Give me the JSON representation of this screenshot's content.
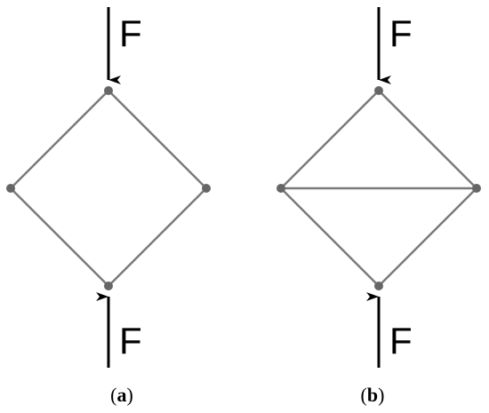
{
  "colors": {
    "member": "#7a7a7a",
    "joint": "#666666",
    "force": "#000000",
    "text": "#000000",
    "background": "#ffffff"
  },
  "panels": [
    {
      "id": "a",
      "caption_open": "(",
      "caption_letter": "a",
      "caption_close": ")",
      "force_top_label": "F",
      "force_bottom_label": "F",
      "has_diagonal": false
    },
    {
      "id": "b",
      "caption_open": "(",
      "caption_letter": "b",
      "caption_close": ")",
      "force_top_label": "F",
      "force_bottom_label": "F",
      "has_diagonal": true
    }
  ]
}
